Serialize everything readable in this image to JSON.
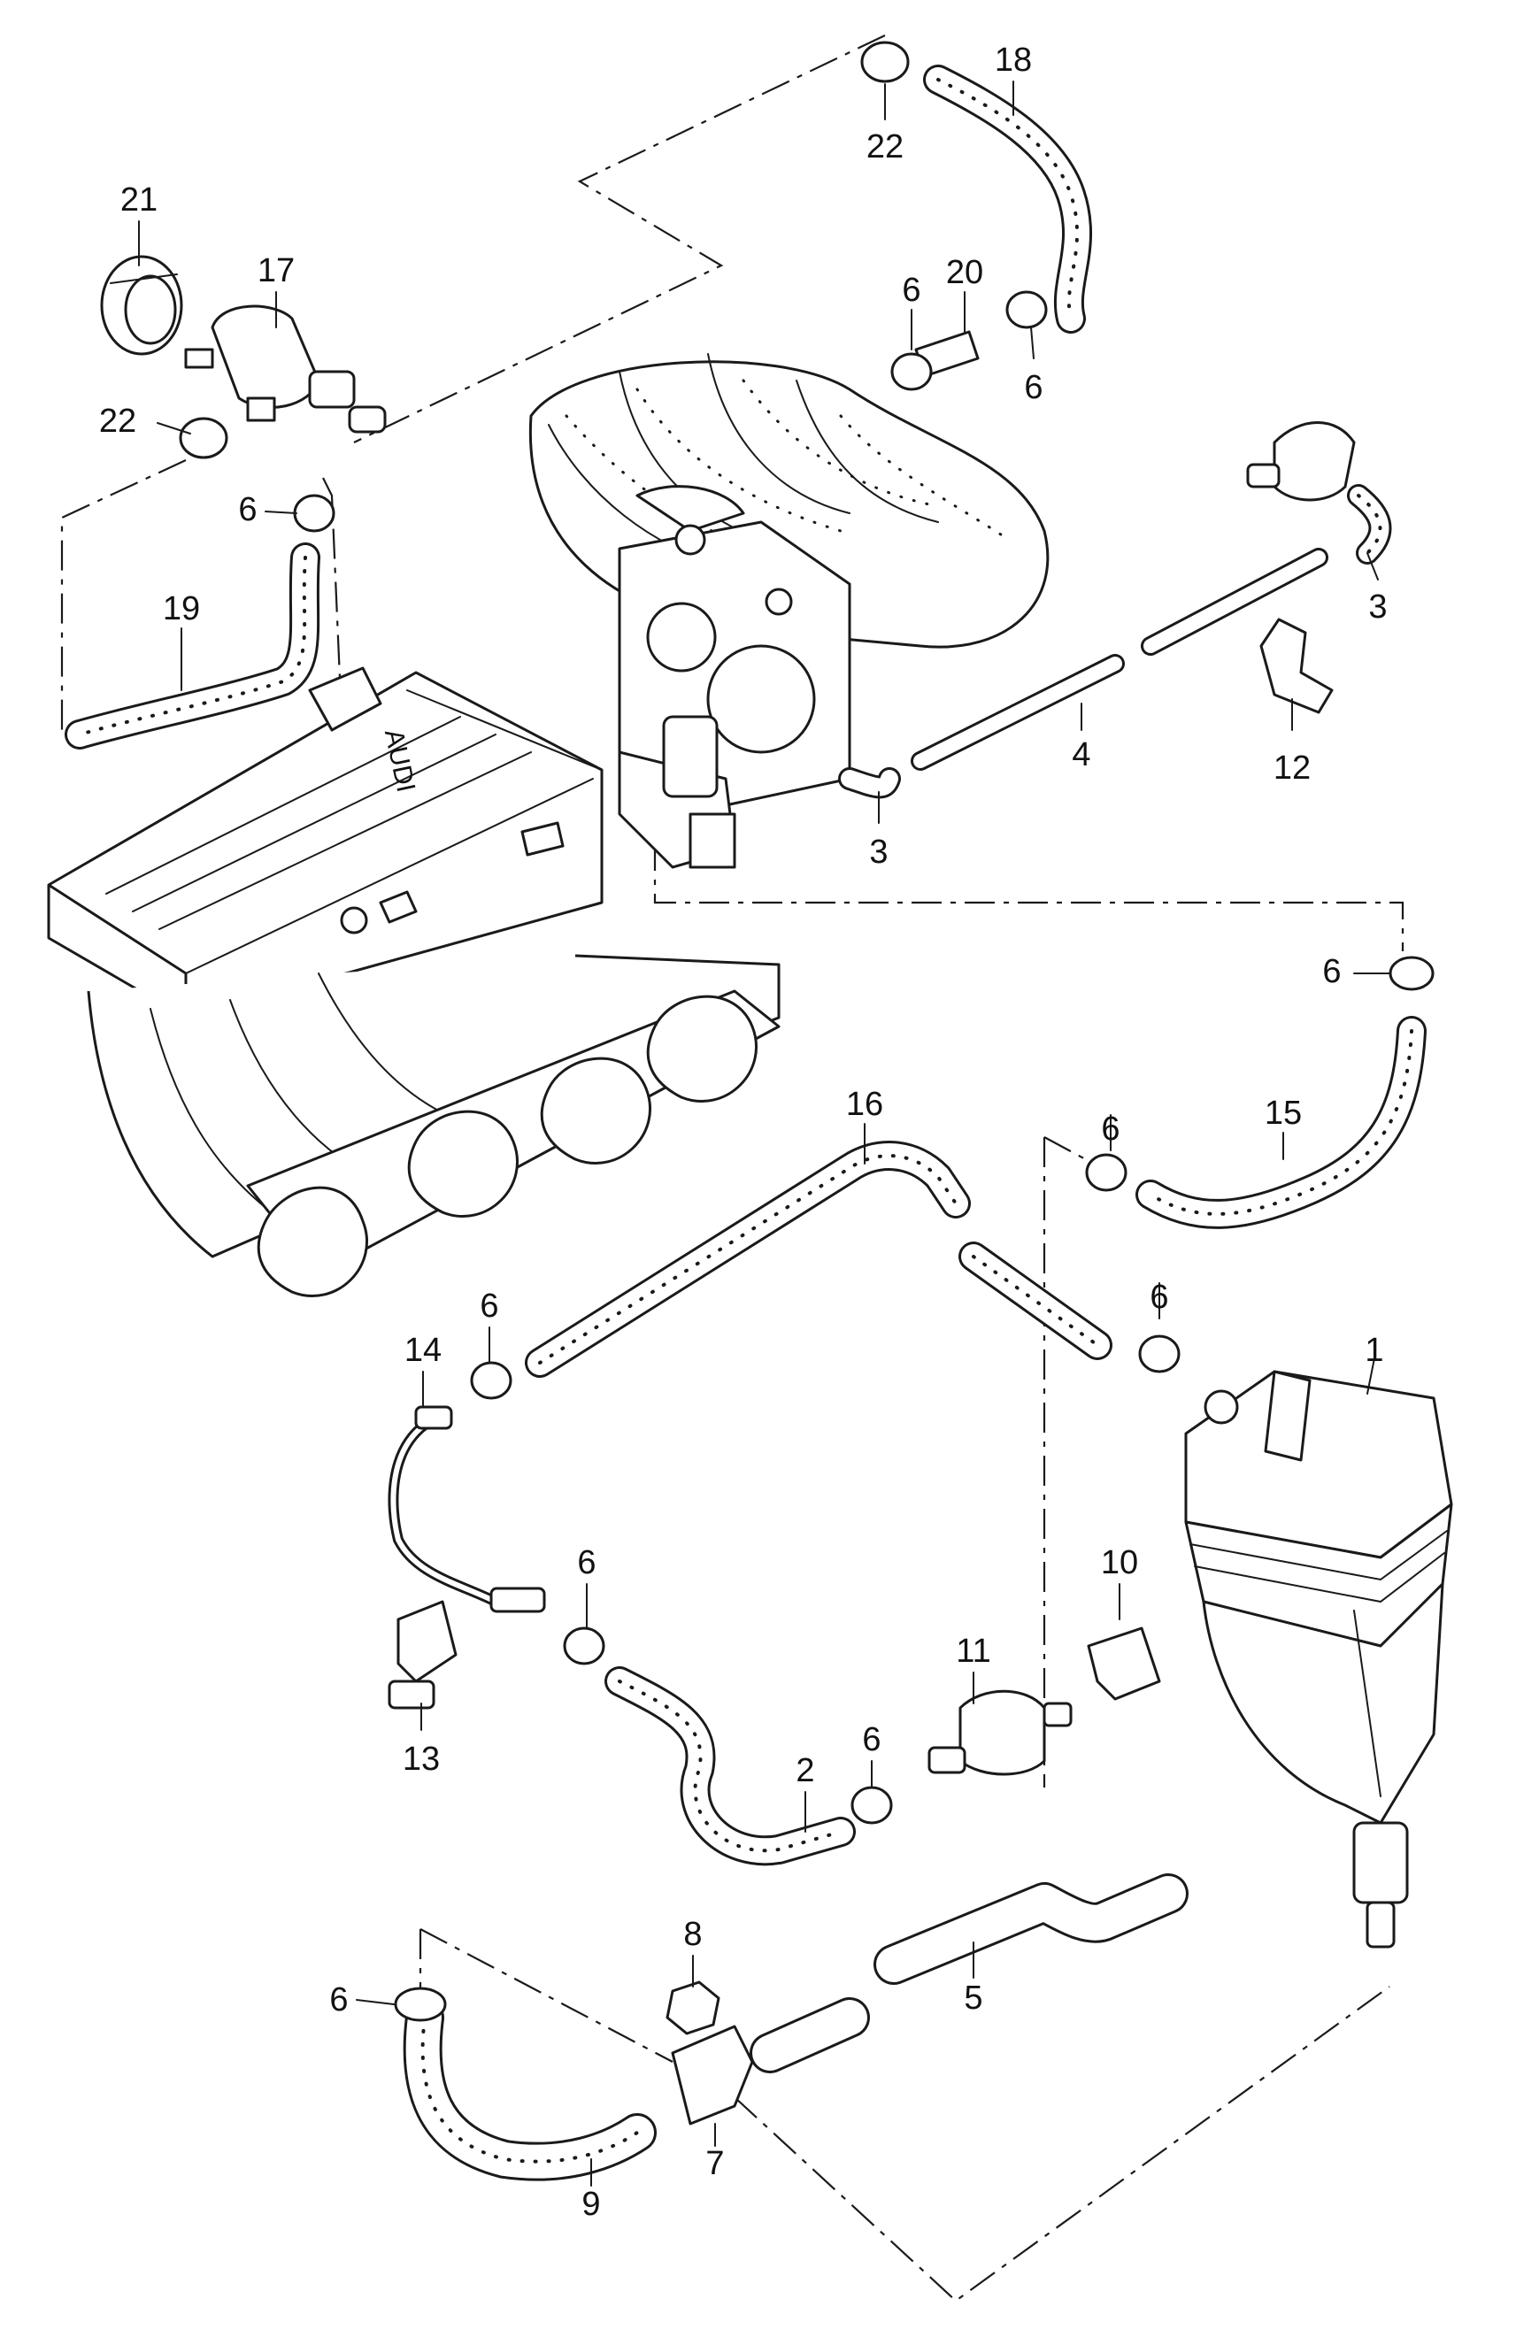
{
  "callouts": {
    "c1": "1",
    "c2": "2",
    "c3a": "3",
    "c3b": "3",
    "c4": "4",
    "c5": "5",
    "c6a": "6",
    "c6b": "6",
    "c6c": "6",
    "c6d": "6",
    "c6e": "6",
    "c6f": "6",
    "c6g": "6",
    "c6h": "6",
    "c6i": "6",
    "c6j": "6",
    "c7": "7",
    "c8": "8",
    "c9": "9",
    "c10": "10",
    "c11": "11",
    "c12": "12",
    "c13": "13",
    "c14": "14",
    "c15": "15",
    "c16": "16",
    "c17": "17",
    "c18": "18",
    "c19": "19",
    "c20": "20",
    "c21": "21",
    "c22a": "22",
    "c22b": "22"
  },
  "stamp": {
    "manifold_text": "AUDI"
  },
  "colors": {
    "line": "#1a1a1a",
    "background": "#ffffff"
  }
}
